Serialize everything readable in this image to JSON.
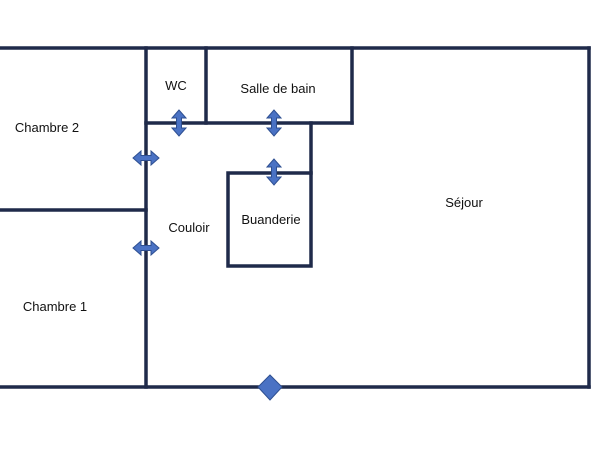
{
  "rooms": {
    "wc": "WC",
    "salle_de_bain": "Salle de bain",
    "chambre_2": "Chambre 2",
    "chambre_1": "Chambre 1",
    "couloir": "Couloir",
    "buanderie": "Buanderie",
    "sejour": "Séjour"
  },
  "colors": {
    "wall": "#1f2a4a",
    "door_arrow": "#4a72c4",
    "background": "#ffffff"
  },
  "icons": {
    "door": "double-arrow-icon",
    "entrance": "diamond-icon"
  }
}
